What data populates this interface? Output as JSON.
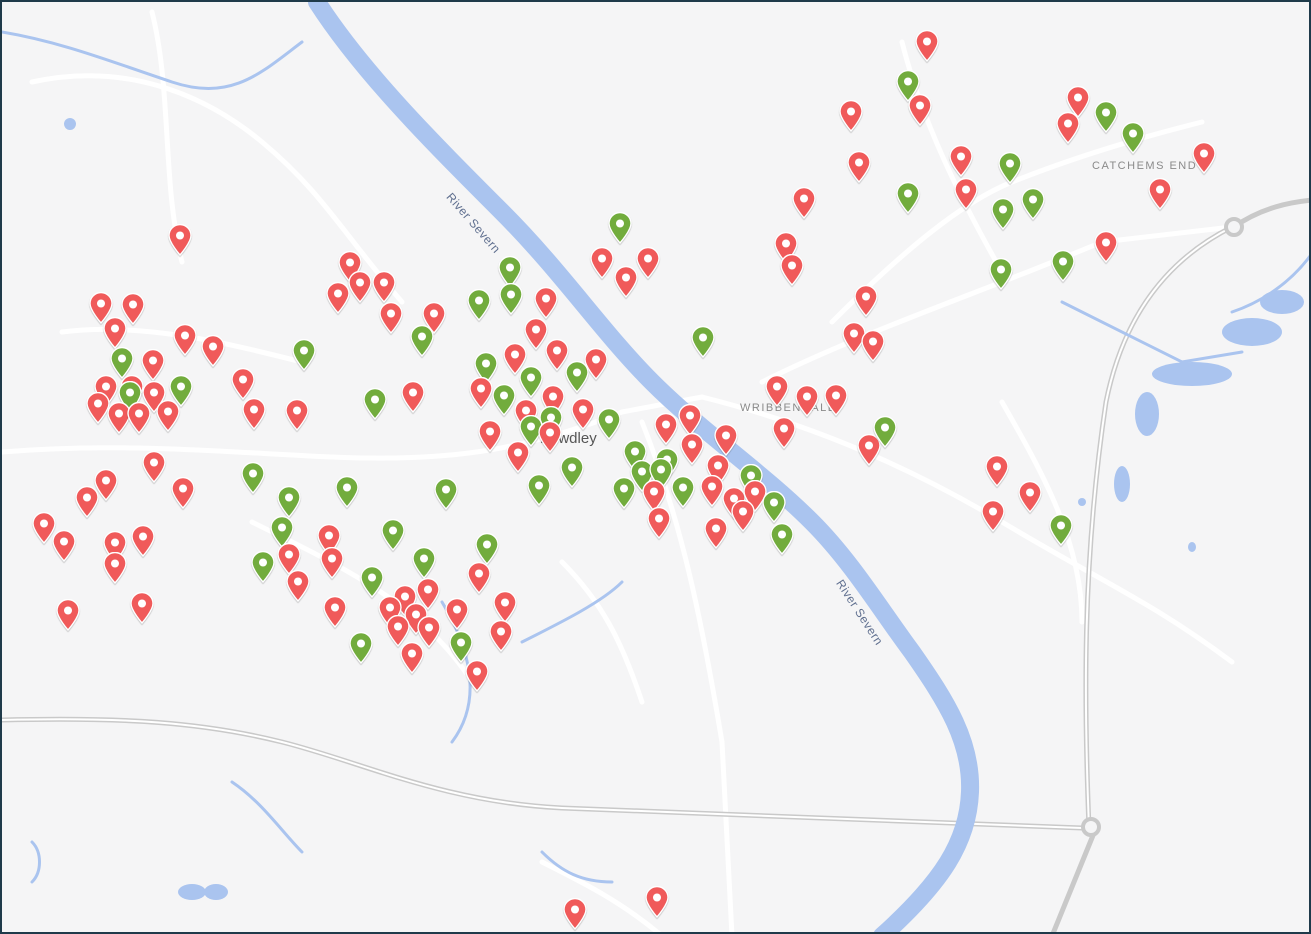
{
  "map": {
    "labels": {
      "river_north": "River Severn",
      "river_south": "River Severn",
      "town": "Bewdley",
      "wribbenhall": "WRIBBENHALL",
      "catchems": "CATCHEMS END"
    },
    "colors": {
      "land": "#f5f5f6",
      "water": "#aac4ef",
      "road": "#ffffff",
      "major_road": "#c8c8c8",
      "pin_red": "#f05a5a",
      "pin_green": "#72ac3d"
    },
    "marker_categories": [
      "red",
      "green"
    ]
  }
}
